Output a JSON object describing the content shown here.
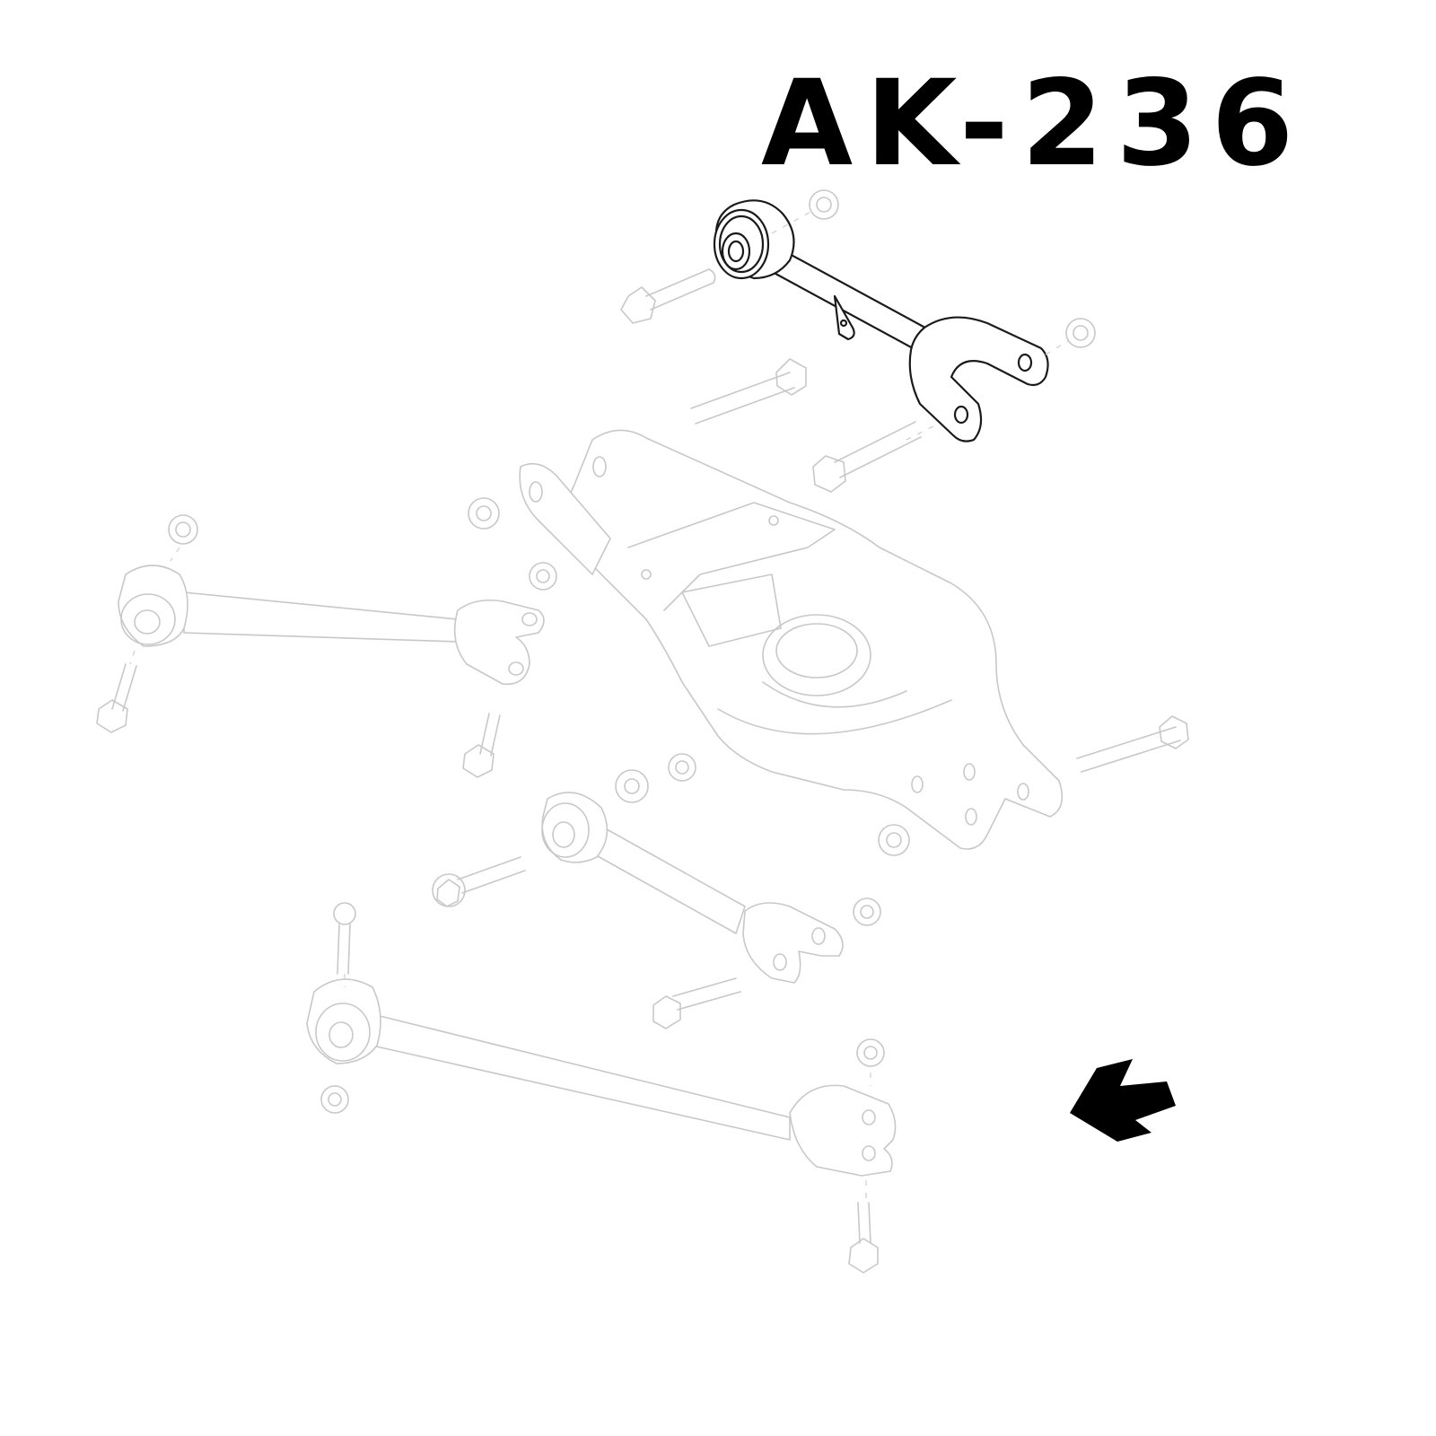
{
  "diagram": {
    "part_code": "AK-236",
    "highlighted_part": "upper control arm (top right, bold outline)",
    "view": "exploded rear suspension assembly",
    "colors": {
      "highlight_stroke": "#1a1a1a",
      "faded_stroke": "#c8c8c8",
      "arrow": "#000000",
      "background": "#ffffff"
    },
    "arrow": {
      "direction": "pointing lower-left (vehicle front indicator)"
    },
    "components": [
      {
        "id": "highlighted-arm",
        "label": "Highlighted upper arm"
      },
      {
        "id": "lower-control-arm",
        "label": "Lower control arm"
      },
      {
        "id": "left-lateral-arm",
        "label": "Left lateral arm"
      },
      {
        "id": "middle-toe-arm",
        "label": "Middle arm"
      },
      {
        "id": "bottom-long-arm",
        "label": "Bottom long arm"
      }
    ]
  }
}
